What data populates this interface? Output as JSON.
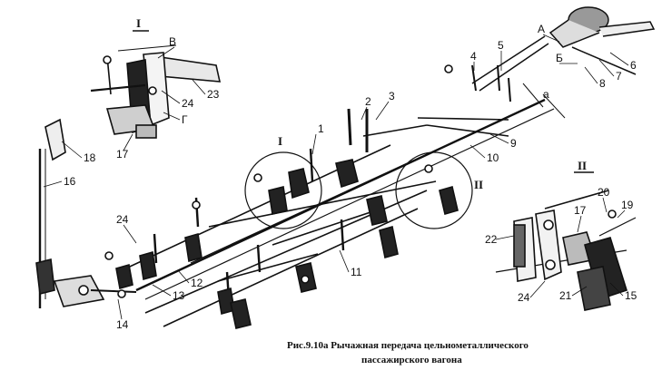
{
  "caption": {
    "line1": "Рис.9.10а    Рычажная передача цельнометаллического",
    "line2": "пассажирского вагона"
  },
  "detail_labels": {
    "one": "I",
    "two": "II"
  },
  "letters": {
    "A": "А",
    "B": "Б",
    "V": "В",
    "G": "Г",
    "a": "а"
  },
  "numbers": {
    "n1": "1",
    "n2": "2",
    "n3": "3",
    "n4": "4",
    "n5": "5",
    "n6": "6",
    "n7": "7",
    "n8": "8",
    "n9": "9",
    "n10": "10",
    "n11": "11",
    "n12": "12",
    "n13": "13",
    "n14": "14",
    "n15": "15",
    "n16": "16",
    "n17a": "17",
    "n17b": "17",
    "n18": "18",
    "n19": "19",
    "n20": "20",
    "n21": "21",
    "n22": "22",
    "n23": "23",
    "n24a": "24",
    "n24b": "24",
    "n24c": "24"
  }
}
